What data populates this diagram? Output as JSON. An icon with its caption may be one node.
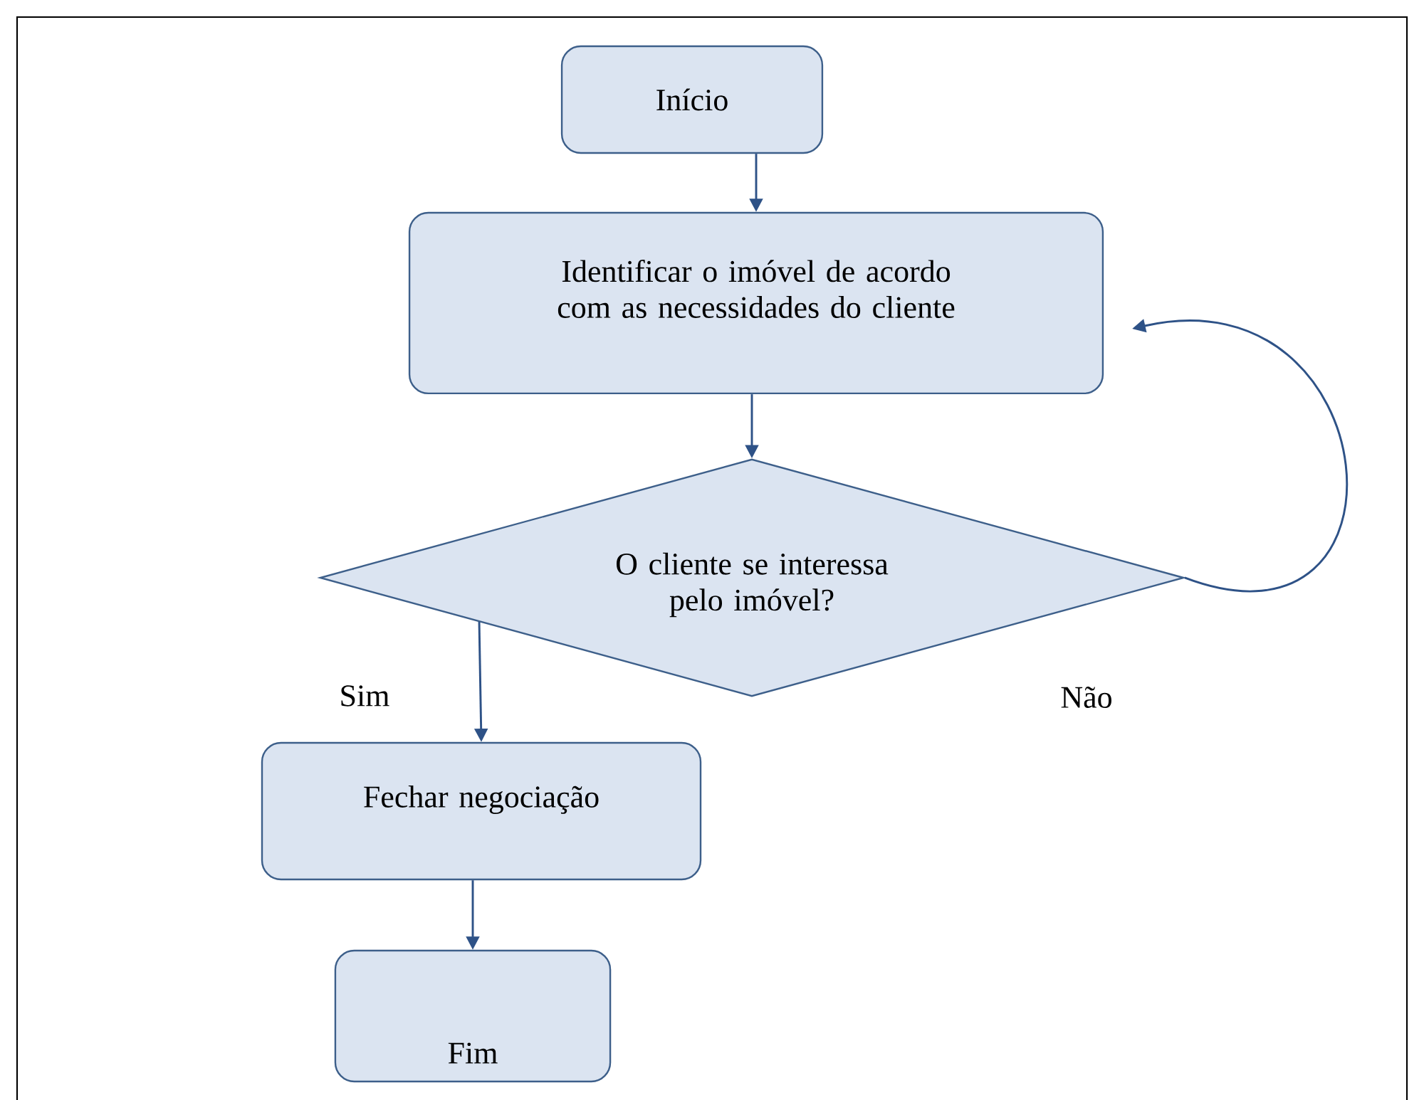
{
  "diagram": {
    "nodes": [
      {
        "text": [
          "Início"
        ]
      },
      {
        "text": [
          "Identificar o imóvel de acordo com as necessidades do cliente"
        ]
      },
      {
        "text": [
          "O cliente se interessa pelo imóvel?"
        ]
      },
      {
        "text": [
          "Fechar negociação"
        ]
      },
      {
        "text": [
          "Fim"
        ]
      }
    ],
    "edges": [
      {
        "from": 0,
        "to": 1,
        "arrow": "to"
      },
      {
        "from": 1,
        "to": 2,
        "arrow": "to"
      },
      {
        "from": 2,
        "to": 3,
        "arrow": "to",
        "label": "Sim"
      },
      {
        "from": 2,
        "to": 1,
        "arrow": "to",
        "label": "Não"
      },
      {
        "from": 3,
        "to": 4,
        "arrow": "to"
      }
    ]
  }
}
